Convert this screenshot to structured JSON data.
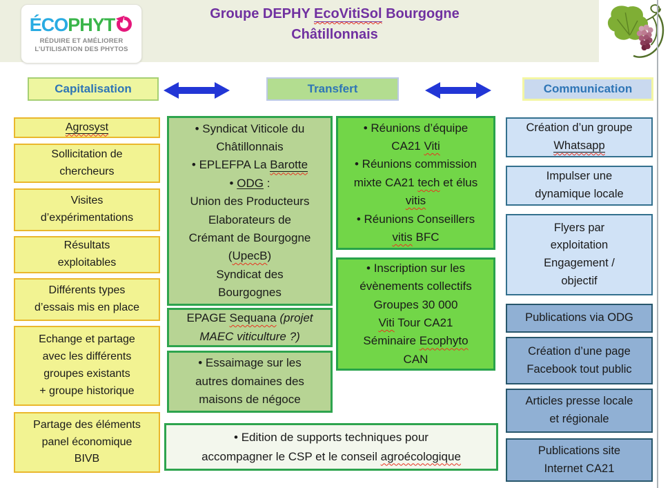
{
  "header": {
    "logo": {
      "brand_eco": "ÉCO",
      "brand_phyt": "PHYT",
      "icon": "circular-arrow-icon",
      "tagline_line1": "RÉDUIRE ET AMÉLIORER",
      "tagline_line2": "L’UTILISATION DES PHYTOS"
    },
    "title": {
      "line1_segments": [
        {
          "t": "Groupe DEPHY "
        },
        {
          "t": "EcoVitiSol",
          "s": "usq"
        },
        {
          "t": " Bourgogne"
        }
      ],
      "line2": "Châtillonnais"
    },
    "decoration": "grapevine-icon"
  },
  "flow": {
    "capitalisation": "Capitalisation",
    "transfert": "Transfert",
    "communication": "Communication"
  },
  "capitalisation_boxes": [
    {
      "segments": [
        {
          "t": "Agrosyst",
          "s": "usq"
        }
      ]
    },
    {
      "segments": [
        {
          "t": "Sollicitation de"
        },
        {
          "br": 1
        },
        {
          "t": "chercheurs"
        }
      ]
    },
    {
      "segments": [
        {
          "t": "Visites"
        },
        {
          "br": 1
        },
        {
          "t": "d’expérimentations"
        }
      ]
    },
    {
      "segments": [
        {
          "t": "Résultats"
        },
        {
          "br": 1
        },
        {
          "t": "exploitables"
        }
      ]
    },
    {
      "segments": [
        {
          "t": "Différents types"
        },
        {
          "br": 1
        },
        {
          "t": "d’essais mis en place"
        }
      ]
    },
    {
      "segments": [
        {
          "t": "Echange et partage"
        },
        {
          "br": 1
        },
        {
          "t": "avec les différents"
        },
        {
          "br": 1
        },
        {
          "t": "groupes existants"
        },
        {
          "br": 1
        },
        {
          "t": "+ groupe historique"
        }
      ]
    },
    {
      "segments": [
        {
          "t": "Partage des éléments"
        },
        {
          "br": 1
        },
        {
          "t": "panel économique"
        },
        {
          "br": 1
        },
        {
          "t": "BIVB"
        }
      ]
    }
  ],
  "transfert_left_boxes": [
    {
      "segments": [
        {
          "t": "• Syndicat Viticole du"
        },
        {
          "br": 1
        },
        {
          "t": "Châtillonnais"
        },
        {
          "br": 1
        },
        {
          "t": "• EPLEFPA La "
        },
        {
          "t": "Barotte",
          "s": "usq"
        },
        {
          "br": 1
        },
        {
          "t": "• "
        },
        {
          "t": "ODG",
          "s": "u"
        },
        {
          "t": " :"
        },
        {
          "br": 1
        },
        {
          "t": "Union des Producteurs"
        },
        {
          "br": 1
        },
        {
          "t": "Elaborateurs de"
        },
        {
          "br": 1
        },
        {
          "t": "Crémant de Bourgogne"
        },
        {
          "br": 1
        },
        {
          "t": "("
        },
        {
          "t": "UpecB",
          "s": "sq"
        },
        {
          "t": ")"
        },
        {
          "br": 1
        },
        {
          "t": "Syndicat des"
        },
        {
          "br": 1
        },
        {
          "t": "Bourgognes"
        }
      ]
    },
    {
      "segments": [
        {
          "t": "EPAGE "
        },
        {
          "t": "Sequana",
          "s": "sq"
        },
        {
          "t": " "
        },
        {
          "t": "(projet",
          "s": "i"
        },
        {
          "br": 1
        },
        {
          "t": "MAEC viticulture ?)",
          "s": "i"
        }
      ]
    },
    {
      "segments": [
        {
          "t": "• Essaimage sur les"
        },
        {
          "br": 1
        },
        {
          "t": "autres domaines des"
        },
        {
          "br": 1
        },
        {
          "t": "maisons de négoce"
        }
      ]
    }
  ],
  "transfert_right_boxes": [
    {
      "segments": [
        {
          "t": "• Réunions d’équipe"
        },
        {
          "br": 1
        },
        {
          "t": "CA21 "
        },
        {
          "t": "Viti",
          "s": "sq"
        },
        {
          "br": 1
        },
        {
          "t": "• Réunions commission"
        },
        {
          "br": 1
        },
        {
          "t": "mixte CA21 "
        },
        {
          "t": "tech",
          "s": "sq"
        },
        {
          "t": " et élus"
        },
        {
          "br": 1
        },
        {
          "t": "vitis",
          "s": "sq"
        },
        {
          "br": 1
        },
        {
          "t": "• Réunions Conseillers"
        },
        {
          "br": 1
        },
        {
          "t": "vitis",
          "s": "sq"
        },
        {
          "t": " BFC"
        }
      ]
    },
    {
      "segments": [
        {
          "t": "• Inscription sur les"
        },
        {
          "br": 1
        },
        {
          "t": "évènements collectifs"
        },
        {
          "br": 1
        },
        {
          "t": "Groupes 30 000"
        },
        {
          "br": 1
        },
        {
          "t": "Viti",
          "s": "sq"
        },
        {
          "t": " Tour CA21"
        },
        {
          "br": 1
        },
        {
          "t": "Séminaire "
        },
        {
          "t": "Ecophyto",
          "s": "sq"
        },
        {
          "br": 1
        },
        {
          "t": "CAN"
        }
      ]
    }
  ],
  "transfert_bottom_box": {
    "segments": [
      {
        "t": "• Edition de supports techniques pour"
      },
      {
        "br": 1
      },
      {
        "t": "accompagner le CSP et le conseil "
      },
      {
        "t": "agroécologique",
        "s": "sq"
      }
    ]
  },
  "communication_boxes": [
    {
      "segments": [
        {
          "t": "Création d’un groupe"
        },
        {
          "br": 1
        },
        {
          "t": "Whatsapp",
          "s": "usq"
        }
      ]
    },
    {
      "segments": [
        {
          "t": "Impulser une"
        },
        {
          "br": 1
        },
        {
          "t": "dynamique locale"
        }
      ]
    },
    {
      "segments": [
        {
          "t": "Flyers par"
        },
        {
          "br": 1
        },
        {
          "t": "exploitation"
        },
        {
          "br": 1
        },
        {
          "t": "Engagement /"
        },
        {
          "br": 1
        },
        {
          "t": "objectif"
        }
      ]
    },
    {
      "segments": [
        {
          "t": "Publications via ODG"
        }
      ]
    },
    {
      "segments": [
        {
          "t": "Création d’une page"
        },
        {
          "br": 1
        },
        {
          "t": "Facebook tout public"
        }
      ]
    },
    {
      "segments": [
        {
          "t": "Articles presse locale"
        },
        {
          "br": 1
        },
        {
          "t": "et régionale"
        }
      ]
    },
    {
      "segments": [
        {
          "t": "Publications site"
        },
        {
          "br": 1
        },
        {
          "t": "Internet CA21"
        }
      ]
    }
  ],
  "colors": {
    "header_strip": "#edefe0",
    "title_purple": "#7030a0",
    "flow_label_text": "#2e75b6",
    "arrow_blue": "#2236d6",
    "capitalisation_fill": "#f2f392",
    "capitalisation_border": "#eab72c",
    "transfert_left_fill": "#b7d494",
    "transfert_right_fill": "#72d648",
    "green_border": "#2ea44e",
    "communication_light_fill": "#d0e2f6",
    "communication_dark_fill": "#90b0d4",
    "communication_border": "#33708e",
    "spellcheck_red": "#e8321f",
    "logo_blue": "#29abe2",
    "logo_green": "#3ab54a",
    "logo_pink": "#e5177b"
  }
}
